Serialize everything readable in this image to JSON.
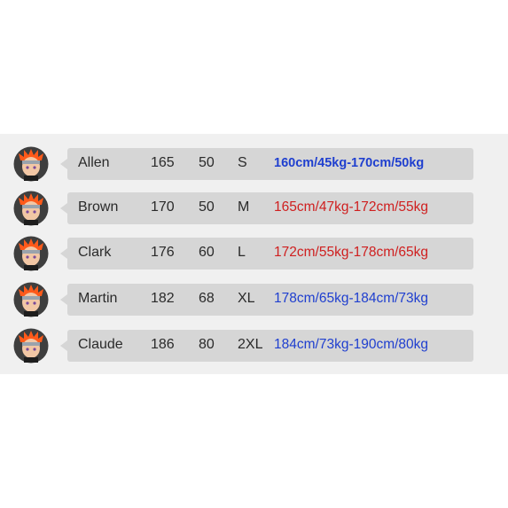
{
  "colors": {
    "background": "#f0f0f0",
    "bubble": "#d6d6d6",
    "range_blue": "#1f3fcf",
    "range_red": "#cf1f1f"
  },
  "avatar_icon": "anime-character-avatar-icon",
  "rows": [
    {
      "name": "Allen",
      "height": "165",
      "weight": "50",
      "size": "S",
      "range": "160cm/45kg-170cm/50kg",
      "range_color": "#1f3fcf",
      "bold": true
    },
    {
      "name": "Brown",
      "height": "170",
      "weight": "50",
      "size": "M",
      "range": "165cm/47kg-172cm/55kg",
      "range_color": "#cf1f1f",
      "bold": false
    },
    {
      "name": "Clark",
      "height": "176",
      "weight": "60",
      "size": "L",
      "range": "172cm/55kg-178cm/65kg",
      "range_color": "#cf1f1f",
      "bold": false
    },
    {
      "name": "Martin",
      "height": "182",
      "weight": "68",
      "size": "XL",
      "range": "178cm/65kg-184cm/73kg",
      "range_color": "#1f3fcf",
      "bold": false
    },
    {
      "name": "Claude",
      "height": "186",
      "weight": "80",
      "size": "2XL",
      "range": "184cm/73kg-190cm/80kg",
      "range_color": "#1f3fcf",
      "bold": false
    }
  ]
}
